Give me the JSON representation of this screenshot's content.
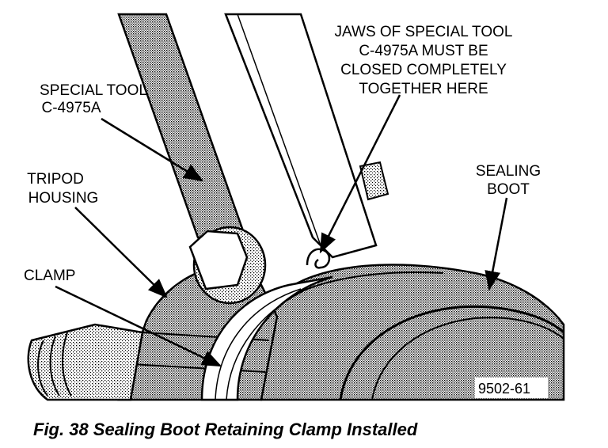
{
  "labels": {
    "special_tool": [
      "SPECIAL TOOL",
      "C-4975A"
    ],
    "tripod_housing": [
      "TRIPOD",
      "HOUSING"
    ],
    "clamp": "CLAMP",
    "jaws_note": [
      "JAWS OF SPECIAL TOOL",
      "C-4975A MUST BE",
      "CLOSED COMPLETELY",
      "TOGETHER HERE"
    ],
    "sealing_boot": [
      "SEALING",
      "BOOT"
    ]
  },
  "figure_number": "9502-61",
  "caption": "Fig. 38 Sealing Boot Retaining Clamp Installed",
  "colors": {
    "ink": "#000000",
    "paper": "#ffffff",
    "shade": "#9a9a9a",
    "light": "#cfcfcf"
  }
}
